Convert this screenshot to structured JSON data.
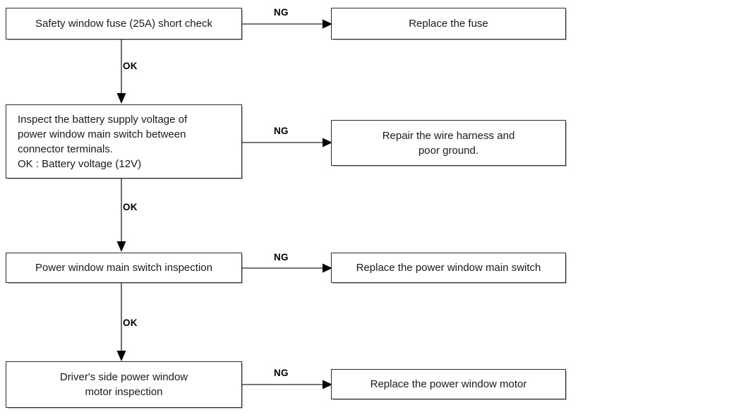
{
  "diagram": {
    "title": "Power window troubleshooting flowchart",
    "type": "flowchart",
    "colors": {
      "background": "#ffffff",
      "box_border": "#2b2b2b",
      "connector_line": "#4a4a4a",
      "arrow_head": "#000000",
      "text": "#1a1a1a",
      "label_text": "#000000"
    },
    "steps": [
      {
        "id": "step-1",
        "check_label": "Safety window fuse (25A) short check",
        "fail_label": "NG",
        "pass_label": "OK",
        "action_label": "Replace the fuse"
      },
      {
        "id": "step-2",
        "check_label": "Inspect the battery supply voltage of\npower window main switch between\nconnector terminals.\nOK : Battery voltage (12V)",
        "fail_label": "NG",
        "pass_label": "OK",
        "action_label": "Repair the wire harness and\npoor ground."
      },
      {
        "id": "step-3",
        "check_label": "Power window main switch inspection",
        "fail_label": "NG",
        "pass_label": "OK",
        "action_label": "Replace the power window main switch"
      },
      {
        "id": "step-4",
        "check_label": "Driver's side power window\nmotor  inspection",
        "fail_label": "NG",
        "pass_label": "",
        "action_label": "Replace the power window motor"
      }
    ]
  }
}
